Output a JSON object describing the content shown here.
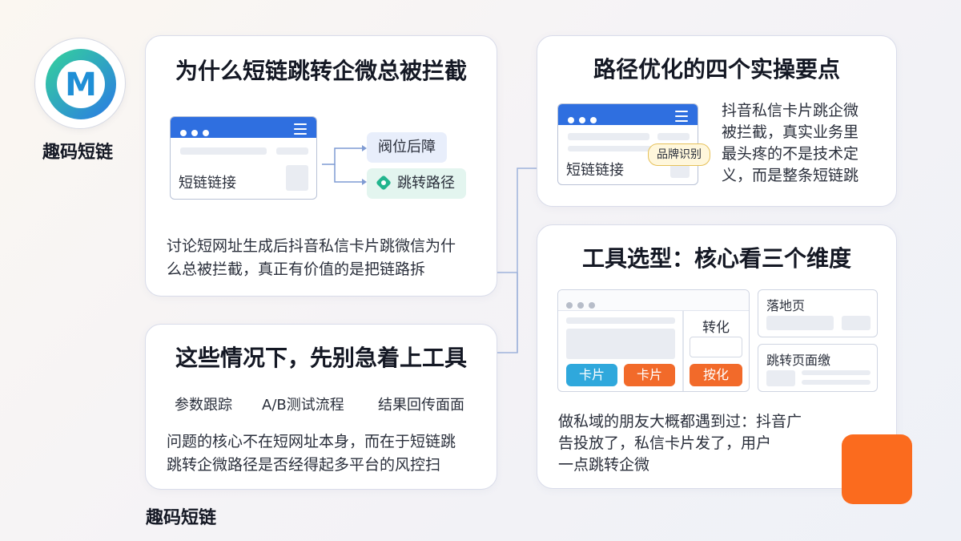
{
  "brand": {
    "logo_letter": "M",
    "name_top": "趣码短链",
    "name_bottom": "趣码短链"
  },
  "card1": {
    "title": "为什么短链跳转企微总被拦截",
    "window_label": "短链链接",
    "pill_1": "阀位后障",
    "pill_2": "跳转路径",
    "pill_2_icon": "diamond-icon",
    "text": [
      "讨论短网址生成后抖音私信卡片跳微信为什",
      "么总被拦截，真正有价值的是把链路拆"
    ]
  },
  "card2": {
    "title": "这些情况下，先别急着上工具",
    "keywords": [
      "参数跟踪",
      "A/B测试流程",
      "结果回传面面"
    ],
    "text": [
      "问题的核心不在短网址本身，而在于短链跳",
      "跳转企微路径是否经得起多平台的风控扫"
    ]
  },
  "card3": {
    "title": "路径优化的四个实操要点",
    "window_label": "短链链接",
    "tag": "品牌识别",
    "text": [
      "抖音私信卡片跳企微",
      "被拦截，真实业务里",
      "最头疼的不是技术定",
      "义，而是整条短链跳"
    ]
  },
  "card4": {
    "title": "工具选型：核心看三个维度",
    "col_label": "转化",
    "btn_1": "卡片",
    "btn_2": "卡片",
    "btn_3": "按化",
    "panel_1": "落地页",
    "panel_2": "跳转页面缴",
    "text": [
      "做私域的朋友大概都遇到过：抖音广",
      "告投放了，私信卡片发了，用户",
      "一点跳转企微"
    ]
  },
  "colors": {
    "accent_blue": "#2f6fe0",
    "accent_orange": "#fb6b1e",
    "accent_green": "#22b58e",
    "card_border": "#d9dcea",
    "connector": "#9fb3db"
  }
}
